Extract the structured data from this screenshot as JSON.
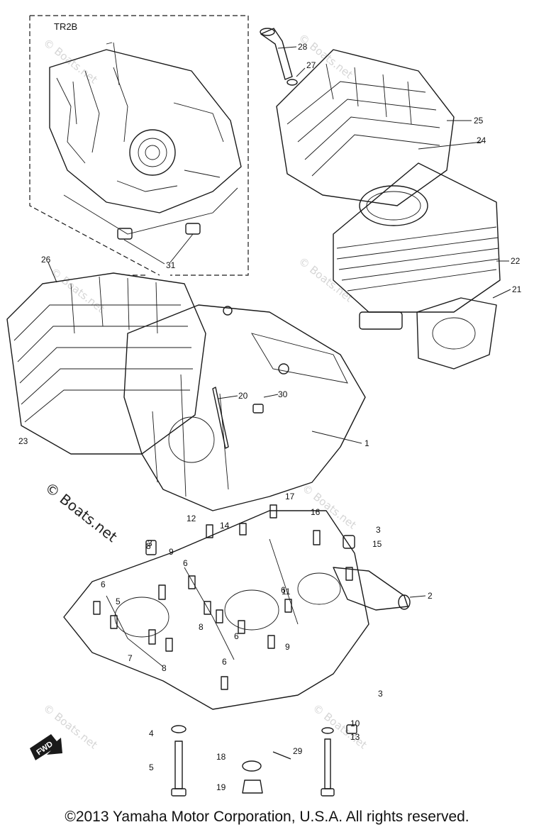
{
  "inset": {
    "title": "TR2B"
  },
  "callouts": [
    {
      "id": "1",
      "text": "1"
    },
    {
      "id": "2",
      "text": "2"
    },
    {
      "id": "3a",
      "text": "3"
    },
    {
      "id": "3b",
      "text": "3"
    },
    {
      "id": "4",
      "text": "4"
    },
    {
      "id": "5",
      "text": "5"
    },
    {
      "id": "5b",
      "text": "5"
    },
    {
      "id": "6a",
      "text": "6"
    },
    {
      "id": "6b",
      "text": "6"
    },
    {
      "id": "6c",
      "text": "6"
    },
    {
      "id": "6d",
      "text": "6"
    },
    {
      "id": "6e",
      "text": "6"
    },
    {
      "id": "7",
      "text": "7"
    },
    {
      "id": "8a",
      "text": "8"
    },
    {
      "id": "8b",
      "text": "8"
    },
    {
      "id": "8c",
      "text": "8"
    },
    {
      "id": "9a",
      "text": "9"
    },
    {
      "id": "9b",
      "text": "9"
    },
    {
      "id": "10",
      "text": "10"
    },
    {
      "id": "11",
      "text": "11"
    },
    {
      "id": "12",
      "text": "12"
    },
    {
      "id": "13",
      "text": "13"
    },
    {
      "id": "14",
      "text": "14"
    },
    {
      "id": "15",
      "text": "15"
    },
    {
      "id": "16",
      "text": "16"
    },
    {
      "id": "17",
      "text": "17"
    },
    {
      "id": "18",
      "text": "18"
    },
    {
      "id": "19",
      "text": "19"
    },
    {
      "id": "20",
      "text": "20"
    },
    {
      "id": "21",
      "text": "21"
    },
    {
      "id": "22",
      "text": "22"
    },
    {
      "id": "23",
      "text": "23"
    },
    {
      "id": "24",
      "text": "24"
    },
    {
      "id": "25",
      "text": "25"
    },
    {
      "id": "26",
      "text": "26"
    },
    {
      "id": "27",
      "text": "27"
    },
    {
      "id": "28",
      "text": "28"
    },
    {
      "id": "29",
      "text": "29"
    },
    {
      "id": "30",
      "text": "30"
    },
    {
      "id": "31",
      "text": "31"
    },
    {
      "id": "3c",
      "text": "3"
    }
  ],
  "watermark": {
    "main": "© Boats.net",
    "small": "© Boats.net"
  },
  "fwd_badge": "FWD",
  "footer": "©2013 Yamaha Motor Corporation, U.S.A. All rights reserved.",
  "colors": {
    "ink": "#1a1a1a",
    "background": "#ffffff",
    "watermark": "#d6d6d6"
  }
}
